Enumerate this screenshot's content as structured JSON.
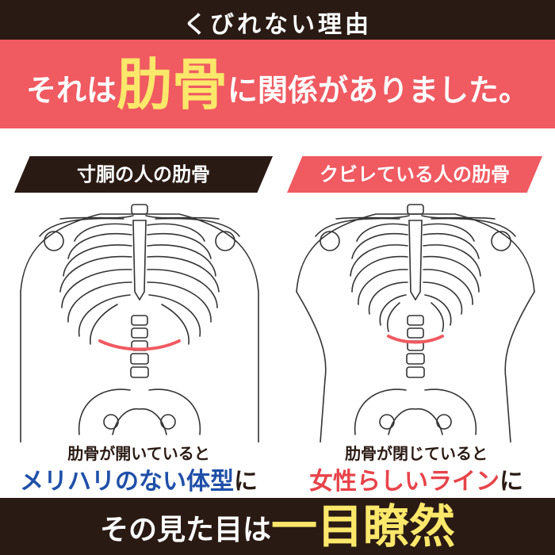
{
  "header": {
    "title": "くびれない理由"
  },
  "headline": {
    "before": "それは",
    "emphasis": "肋骨",
    "after": "に関係がありました。"
  },
  "panels": [
    {
      "label": "寸胴の人の肋骨",
      "caption_line1": "肋骨が開いていると",
      "caption_line2_colored": "メリハリのない体型",
      "caption_line2_suffix": "に"
    },
    {
      "label": "クビレている人の肋骨",
      "caption_line1": "肋骨が閉じていると",
      "caption_line2_colored": "女性らしいライン",
      "caption_line2_suffix": "に"
    }
  ],
  "footer": {
    "before": "その見た目は",
    "emphasis": "一目瞭然"
  },
  "colors": {
    "dark": "#2a1a14",
    "accent_red": "#f05a61",
    "highlight_yellow": "#fbe76a",
    "blue": "#1f4fa8"
  }
}
